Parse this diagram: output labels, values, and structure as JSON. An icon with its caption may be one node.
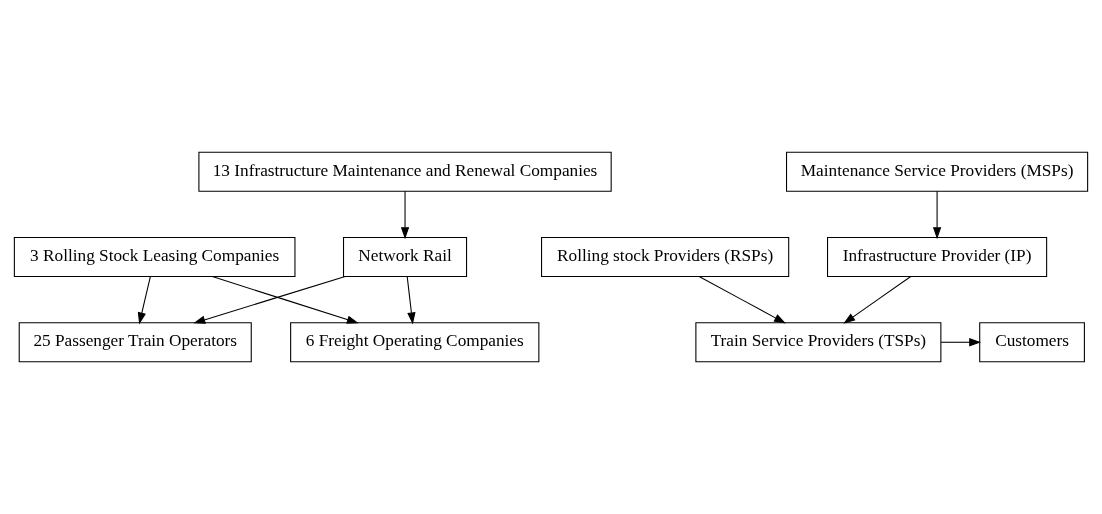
{
  "diagram": {
    "nodes": [
      {
        "text": [
          "3 Rolling Stock Leasing Companies"
        ]
      },
      {
        "text": [
          "Rolling stock Providers (RSPs)"
        ]
      },
      {
        "text": [
          "25 Passenger Train Operators"
        ]
      },
      {
        "text": [
          "6 Freight Operating Companies"
        ]
      },
      {
        "text": [
          "Train Service Providers (TSPs)"
        ]
      },
      {
        "text": [
          "Customers"
        ]
      },
      {
        "text": [
          "Network Rail"
        ]
      },
      {
        "text": [
          "Infrastructure Provider (IP)"
        ]
      },
      {
        "text": [
          "13 Infrastructure Maintenance and Renewal Companies"
        ]
      },
      {
        "text": [
          "Maintenance Service Providers (MSPs)"
        ]
      }
    ],
    "edges": [
      {
        "from": 0,
        "to": 2,
        "arrow": "to"
      },
      {
        "from": 0,
        "to": 3,
        "arrow": "to"
      },
      {
        "from": 1,
        "to": 4,
        "arrow": "to"
      },
      {
        "from": 4,
        "to": 5,
        "arrow": "to"
      },
      {
        "from": 6,
        "to": 2,
        "arrow": "to"
      },
      {
        "from": 6,
        "to": 3,
        "arrow": "to"
      },
      {
        "from": 7,
        "to": 4,
        "arrow": "to"
      },
      {
        "from": 8,
        "to": 6,
        "arrow": "to"
      },
      {
        "from": 9,
        "to": 7,
        "arrow": "to"
      }
    ]
  }
}
